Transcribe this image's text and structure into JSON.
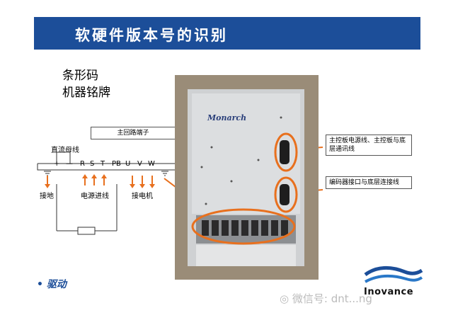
{
  "header": {
    "title": "软硬件版本号的识别"
  },
  "side_labels": {
    "barcode": "条形码",
    "nameplate": "机器铭牌"
  },
  "diagram": {
    "main_terminal_label": "主回路端子",
    "dc_bus_label": "直流母线",
    "terminals": [
      "+",
      "—",
      "R",
      "S",
      "T",
      "PB",
      "U",
      "V",
      "W"
    ],
    "ground_label": "接地",
    "power_in_label": "电源进线",
    "motor_label": "接电机"
  },
  "photo": {
    "brand": "Monarch"
  },
  "callouts": {
    "top": "主控板电源线、主控板与底层通讯线",
    "bottom": "编码器接口与底层连接线"
  },
  "bullet": {
    "text": "驱动"
  },
  "watermark": {
    "text": "微信号: dnt...ng"
  },
  "logo": {
    "text": "Inovance"
  },
  "colors": {
    "title_bar": "#1c4e99",
    "accent_orange": "#e8701e"
  }
}
